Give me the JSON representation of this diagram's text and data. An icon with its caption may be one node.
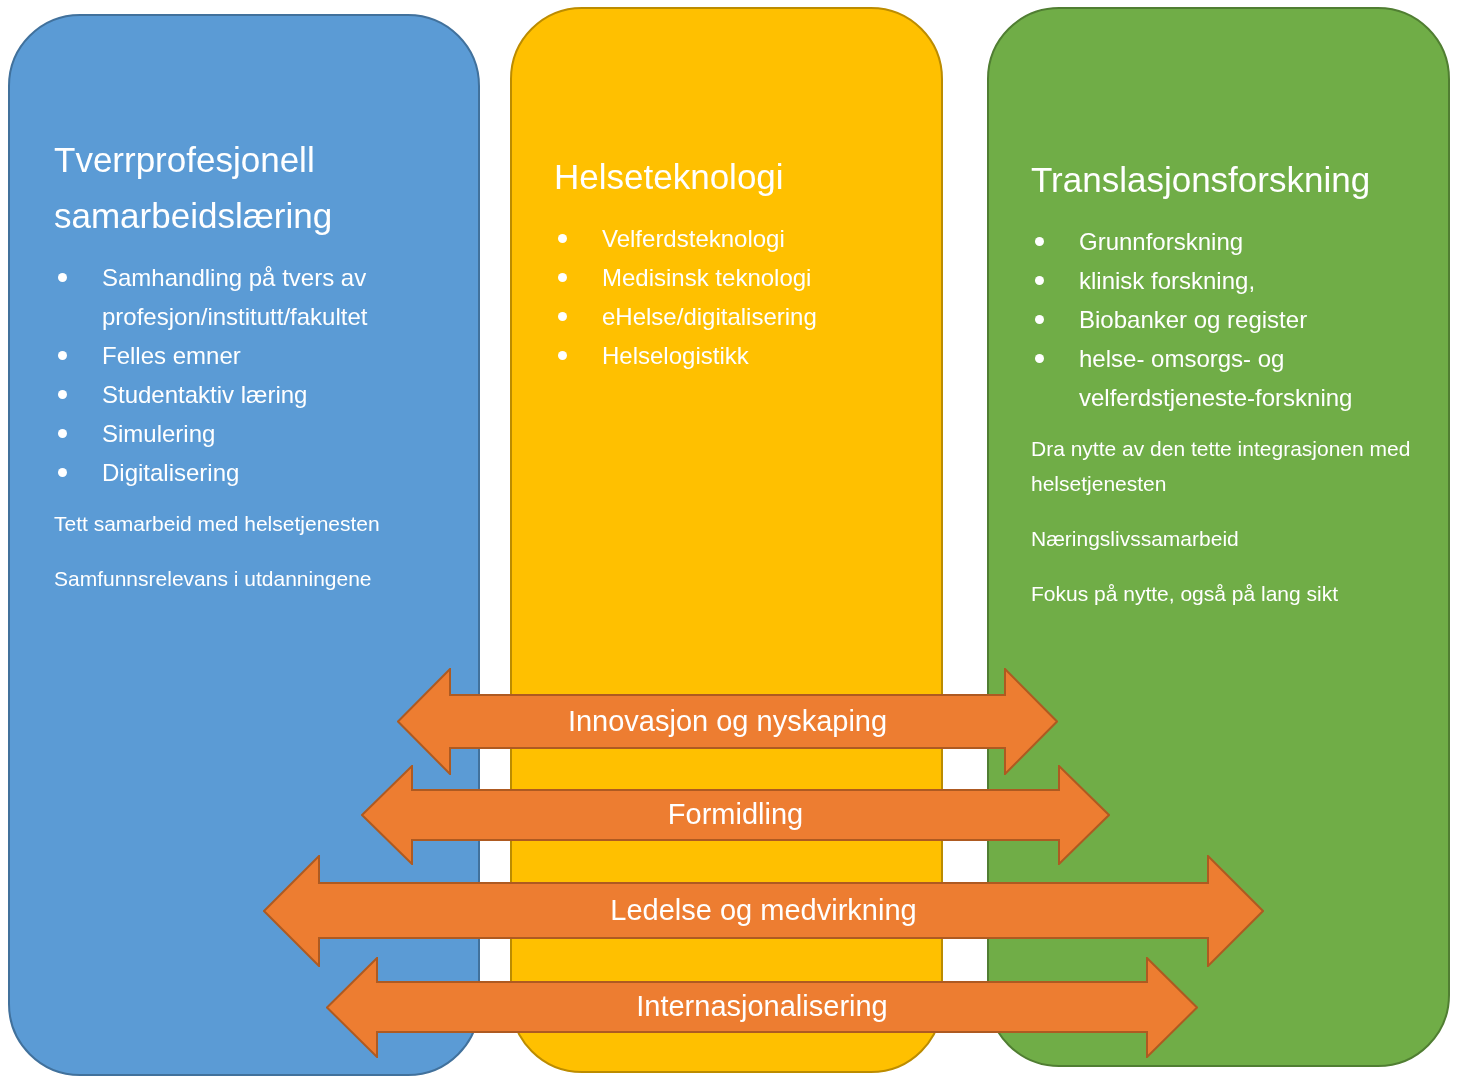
{
  "diagram": {
    "nodes": [
      {
        "text": [
          "Tverrprofesjonell samarbeidslæring",
          "Samhandling på tvers av profesjon/institutt/fakultet",
          "Felles emner",
          "Studentaktiv læring",
          "Simulering",
          "Digitalisering",
          "Tett samarbeid med helsetjenesten",
          "Samfunnsrelevans i utdanningene"
        ]
      },
      {
        "text": [
          "Helseteknologi",
          "Velferdsteknologi",
          "Medisinsk teknologi",
          "eHelse/digitalisering",
          "Helselogistikk"
        ]
      },
      {
        "text": [
          "Translasjonsforskning",
          "Grunnforskning",
          "klinisk forskning,",
          "Biobanker og register",
          "helse- omsorgs- og velferdstjeneste-forskning",
          "Dra nytte av den tette integrasjonen med helsetjenesten",
          "Næringslivssamarbeid",
          "Fokus på nytte, også på lang sikt"
        ]
      },
      {
        "text": [
          "Innovasjon og nyskaping"
        ]
      },
      {
        "text": [
          "Formidling"
        ]
      },
      {
        "text": [
          "Ledelse og medvirkning"
        ]
      },
      {
        "text": [
          "Internasjonalisering"
        ]
      }
    ]
  }
}
